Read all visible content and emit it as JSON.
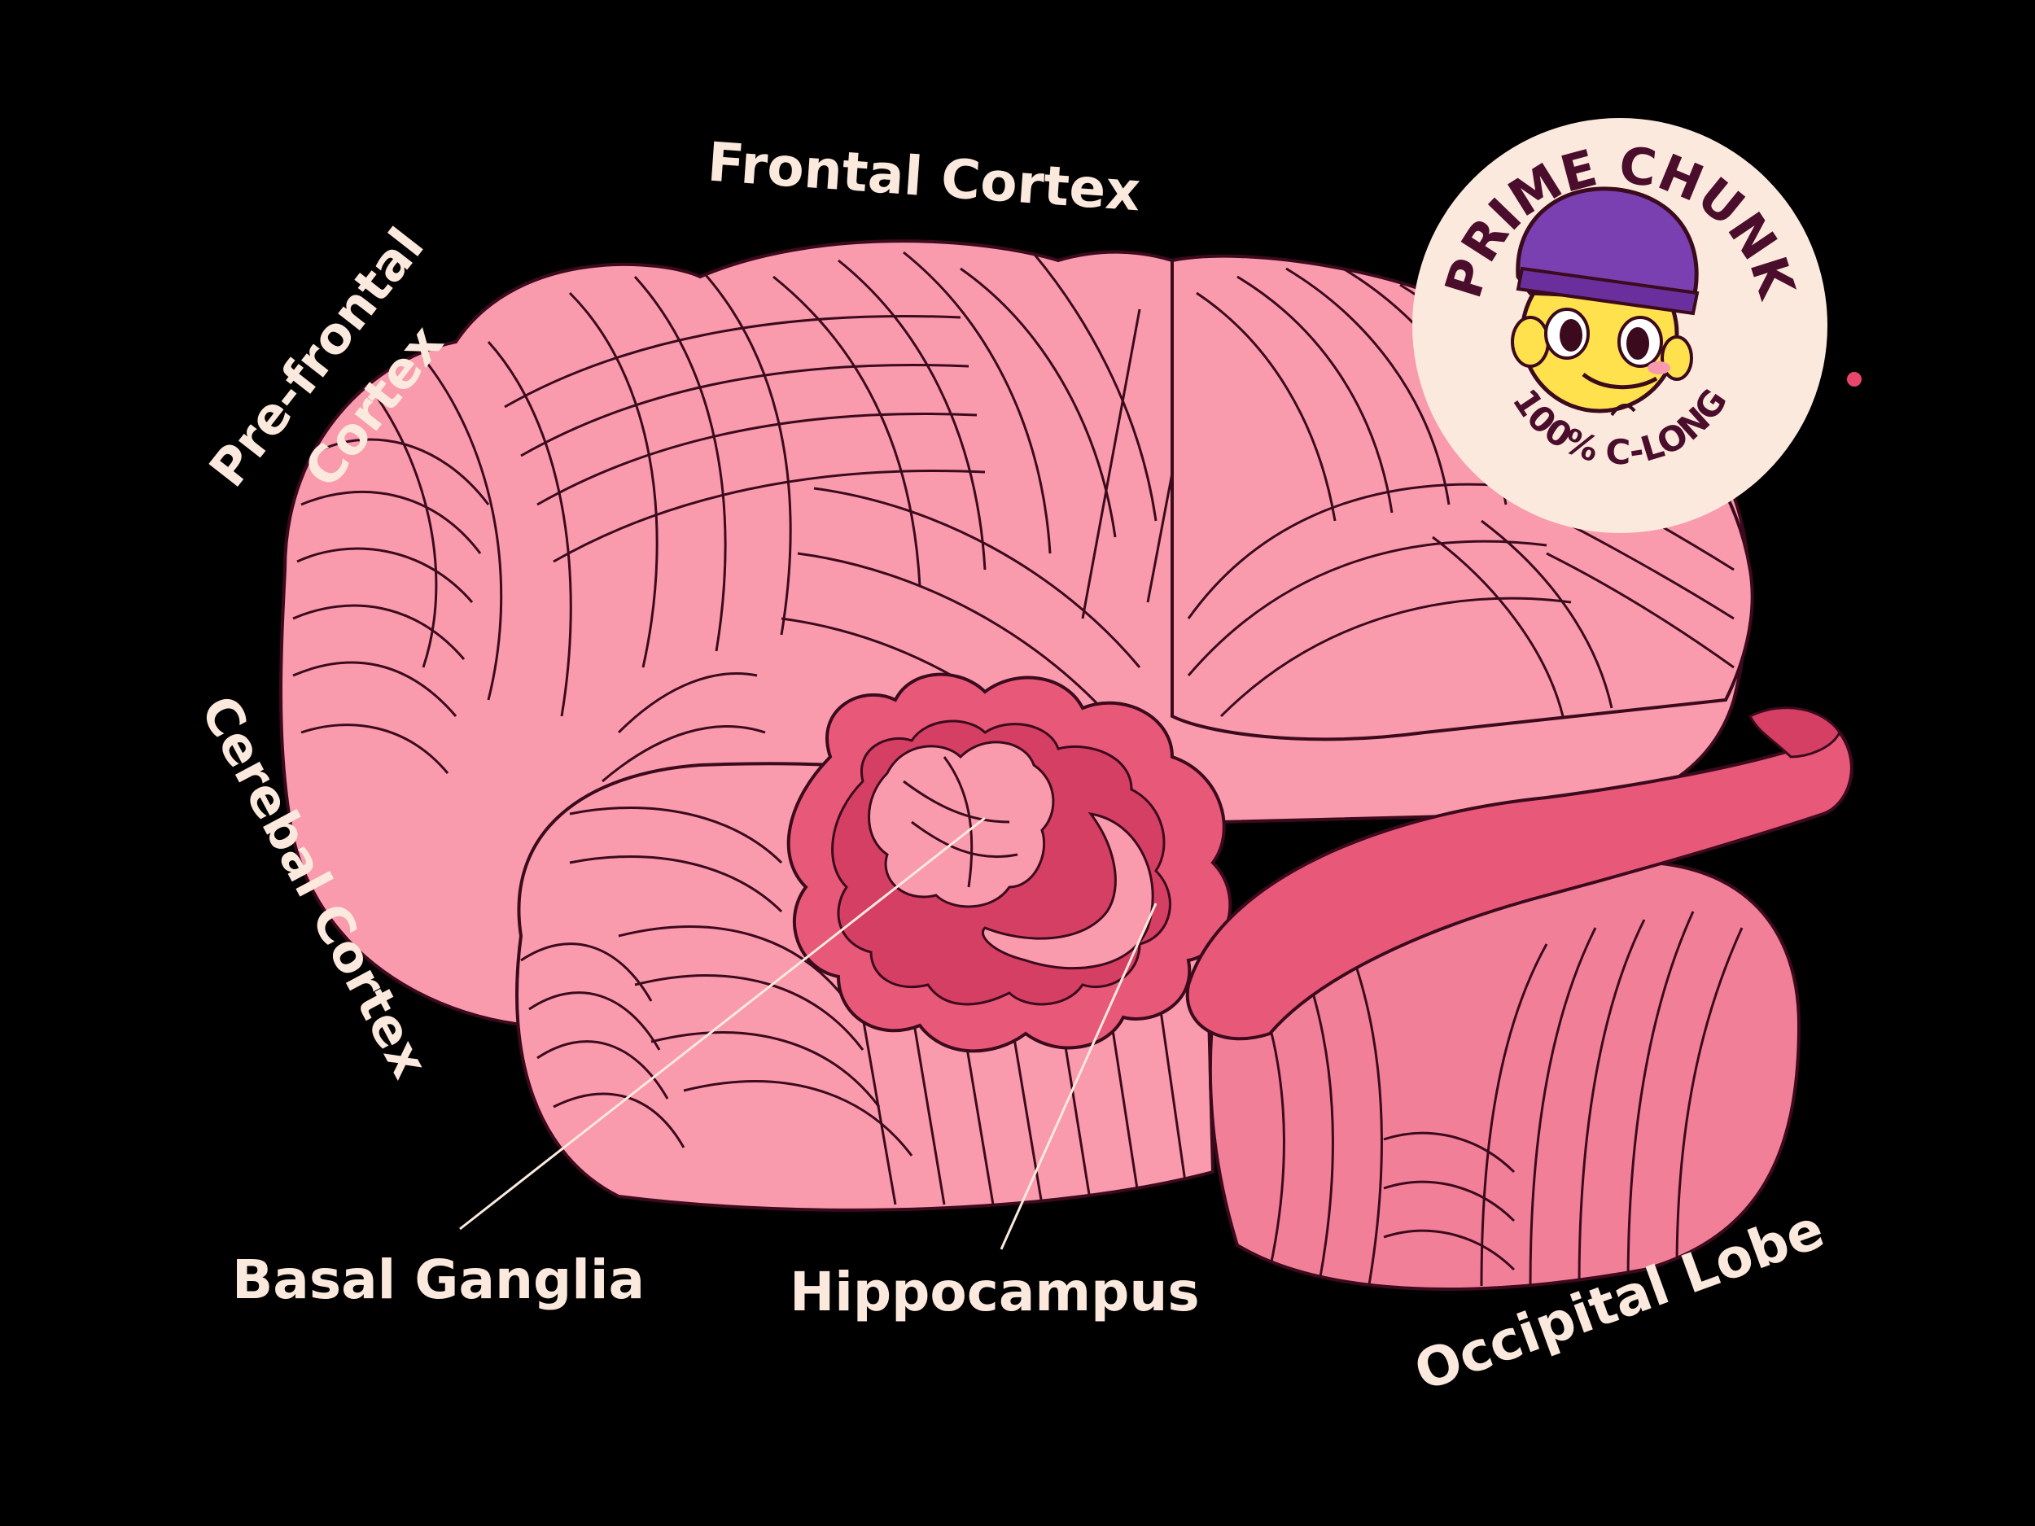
{
  "colors": {
    "background": "#000000",
    "text": "#fbe9de",
    "outline": "#3b0a1c",
    "brain_light": "#f99aad",
    "brain_mid": "#f27f98",
    "brain_deep": "#e85879",
    "brain_dark": "#d43f63",
    "badge_bg": "#fbe9de",
    "badge_text": "#4a0d2b",
    "beanie": "#7a3fb0",
    "face": "#ffe04d",
    "dot": "#e8476a"
  },
  "labels": {
    "frontal_cortex": "Frontal Cortex",
    "prefrontal_line1": "Pre-frontal",
    "prefrontal_line2": "Cortex",
    "cerebal_cortex": "Cerebal Cortex",
    "basal_ganglia": "Basal Ganglia",
    "hippocampus": "Hippocampus",
    "occipital_lobe": "Occipital Lobe"
  },
  "badge": {
    "title": "PRIME CHUNK",
    "subtitle": "100% C-LONG",
    "icon": "smiling-beanie-character-icon"
  }
}
